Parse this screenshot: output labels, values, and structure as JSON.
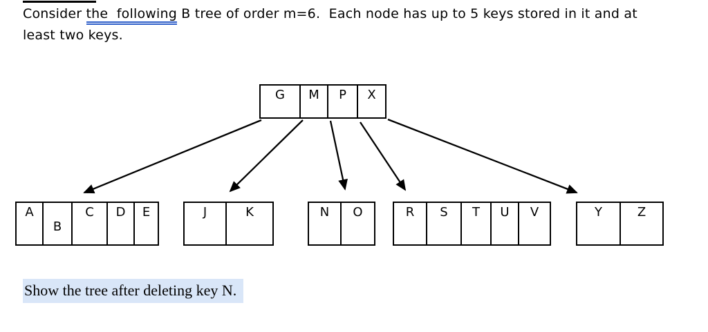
{
  "paragraph": {
    "line1_prefix": "Consider ",
    "line1_underlined": "the  following",
    "line1_suffix": " B tree of order m=6.  Each node has up to 5 keys stored in it and at",
    "line2": "least two keys."
  },
  "tree": {
    "description": "B tree of order m=6",
    "root": {
      "keys": [
        "G",
        "M",
        "P",
        "X"
      ]
    },
    "children": [
      {
        "keys": [
          "A",
          "B",
          "C",
          "D",
          "E"
        ]
      },
      {
        "keys": [
          "J",
          "K"
        ]
      },
      {
        "keys": [
          "N",
          "O"
        ]
      },
      {
        "keys": [
          "R",
          "S",
          "T",
          "U",
          "V"
        ]
      },
      {
        "keys": [
          "Y",
          "Z"
        ]
      }
    ]
  },
  "question": "Show the tree after deleting key N.",
  "colors": {
    "ink": "#000000",
    "grammar_underline_blue": "#2f5fc9",
    "question_highlight": "#d9e6f8"
  }
}
